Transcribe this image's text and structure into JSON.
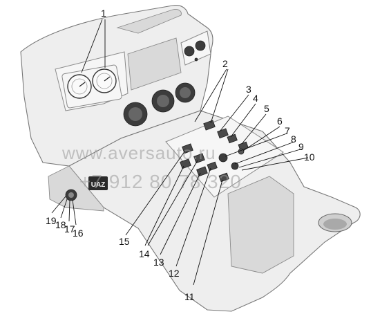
{
  "watermark": {
    "site": "www.aversauto.ru",
    "phone": "+7 912 80 78 320"
  },
  "badge_text": "UAZ",
  "callouts": [
    "1",
    "2",
    "3",
    "4",
    "5",
    "6",
    "7",
    "8",
    "9",
    "10",
    "11",
    "12",
    "13",
    "14",
    "15",
    "16",
    "17",
    "18",
    "19"
  ]
}
